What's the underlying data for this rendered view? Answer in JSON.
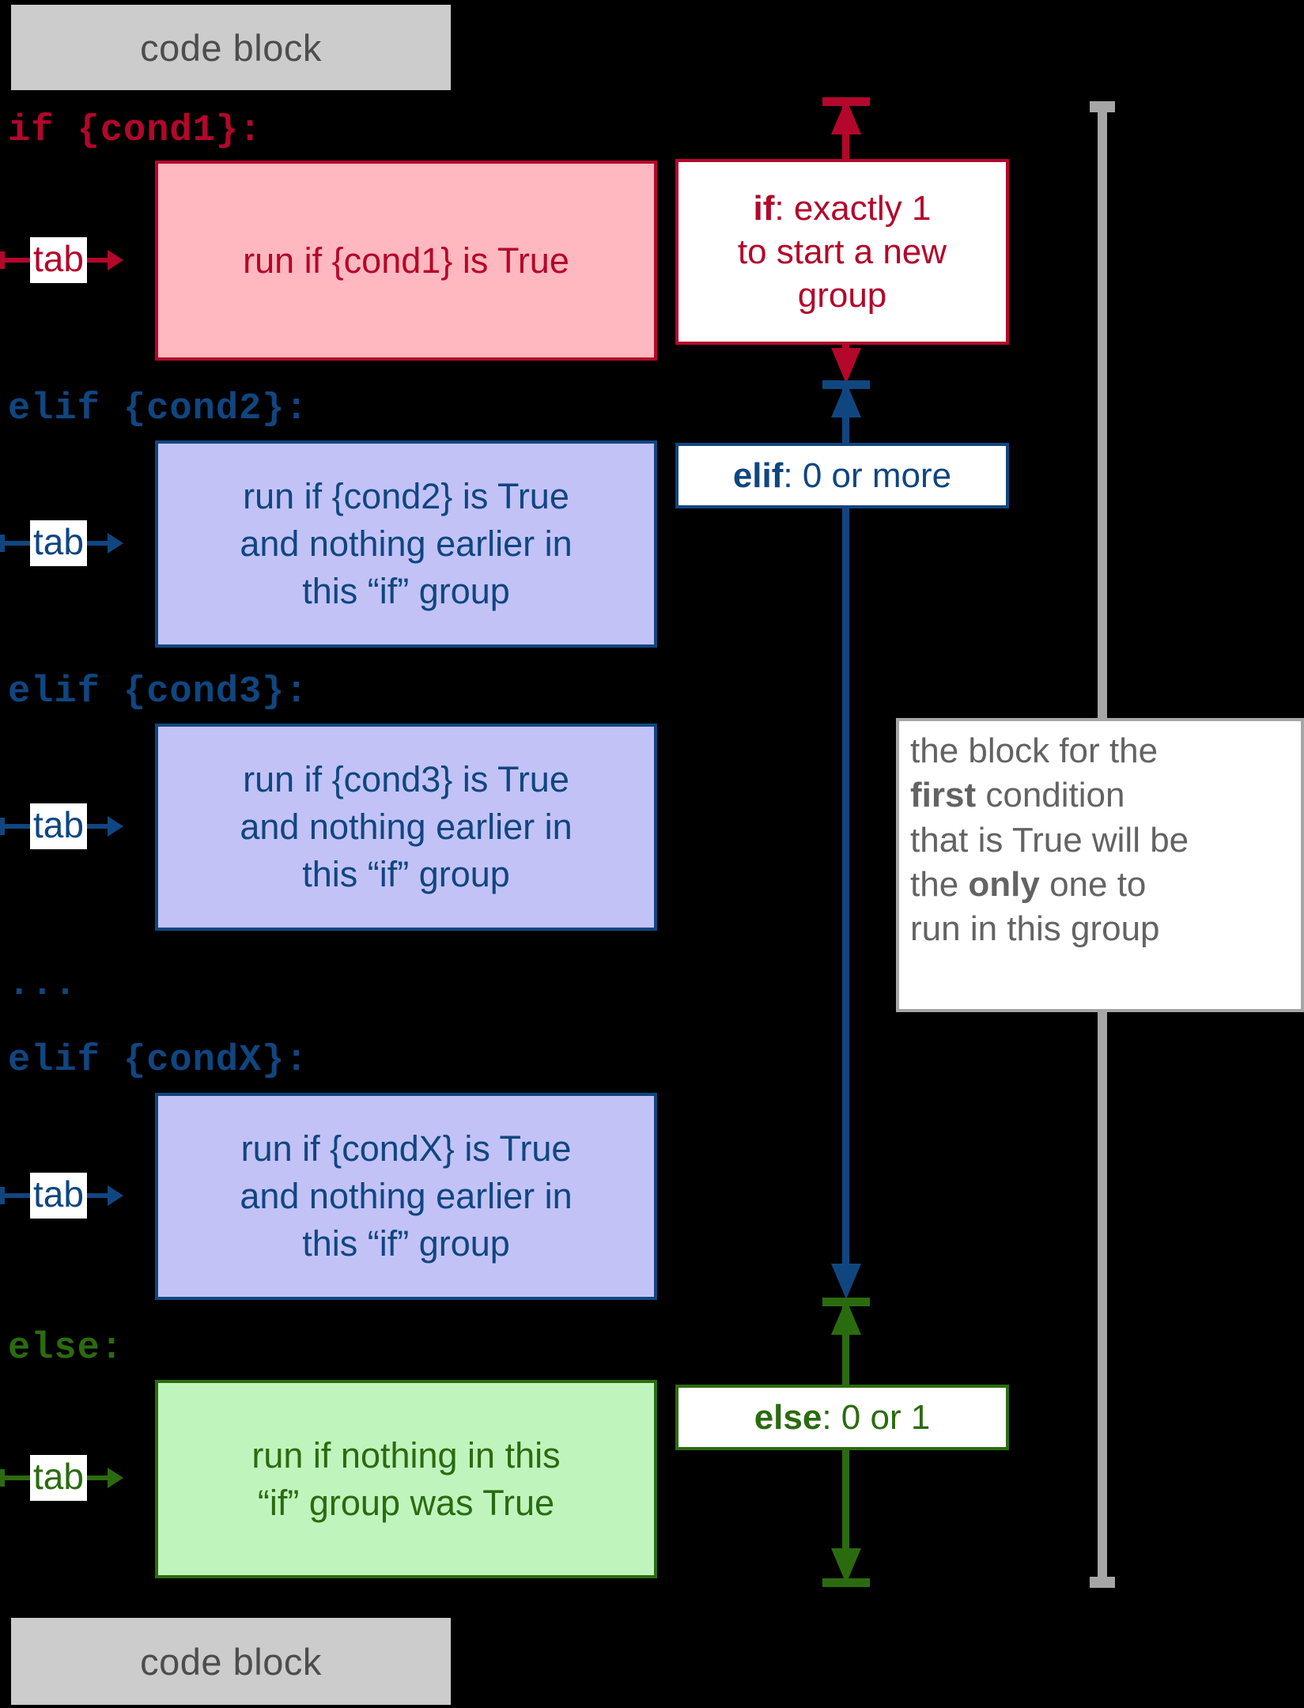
{
  "diagram": {
    "title": "python if / elif / else block structure",
    "colors": {
      "background": "#000000",
      "if_red": "#b3072b",
      "if_red_fill": "#ffb8bf",
      "elif_blue": "#104680",
      "elif_blue_fill": "#c2c2f7",
      "else_green": "#2b6b10",
      "else_green_fill": "#bff5bd",
      "codeblock_grey": "#cccccc",
      "codeblock_text": "#4d4d4d",
      "note_grey": "#a6a6a6"
    }
  },
  "code_block_top": {
    "label": "code block"
  },
  "code_block_bottom": {
    "label": "code block"
  },
  "tab_label": "tab",
  "ellipsis": "...",
  "clauses": [
    {
      "keyword_line": "if {cond1}:",
      "body": "run if {cond1} is True",
      "tab": "tab",
      "kind": "if"
    },
    {
      "keyword_line": "elif {cond2}:",
      "body": "run if {cond2} is True and nothing earlier in this “if” group",
      "tab": "tab",
      "kind": "elif"
    },
    {
      "keyword_line": "elif {cond3}:",
      "body": "run if {cond3} is True and nothing earlier in this “if” group",
      "tab": "tab",
      "kind": "elif"
    },
    {
      "keyword_line": "elif {condX}:",
      "body": "run if {condX} is True and nothing earlier in this “if” group",
      "tab": "tab",
      "kind": "elif"
    },
    {
      "keyword_line": "else:",
      "body": "run if nothing in this “if” group was True",
      "tab": "tab",
      "kind": "else"
    }
  ],
  "body_lines": {
    "cond1": [
      "run if {cond1} is True"
    ],
    "cond2": [
      "run if {cond2} is True",
      "and nothing earlier in",
      "this “if” group"
    ],
    "cond3": [
      "run if {cond3} is True",
      "and nothing earlier in",
      "this “if” group"
    ],
    "condX": [
      "run if {condX} is True",
      "and nothing earlier in",
      "this “if” group"
    ],
    "else": [
      "run if nothing in this",
      "“if” group was True"
    ]
  },
  "callouts": {
    "if": {
      "keyword": "if",
      "rest": ": exactly 1 to start a new group",
      "lines": [
        ": exactly 1",
        "to start a new",
        "group"
      ]
    },
    "elif": {
      "keyword": "elif",
      "rest": ": 0 or more"
    },
    "else": {
      "keyword": "else",
      "rest": ": 0 or 1"
    },
    "group_note": {
      "lines": [
        {
          "pre": "the block for the",
          "bold": "",
          "post": ""
        },
        {
          "pre": "",
          "bold": "first",
          "post": " condition"
        },
        {
          "pre": "that is True will be",
          "bold": "",
          "post": ""
        },
        {
          "pre": "the ",
          "bold": "only",
          "post": " one to"
        },
        {
          "pre": "run in this group",
          "bold": "",
          "post": ""
        }
      ],
      "plain": "the block for the first condition that is True will be the only one to run in this group"
    }
  }
}
